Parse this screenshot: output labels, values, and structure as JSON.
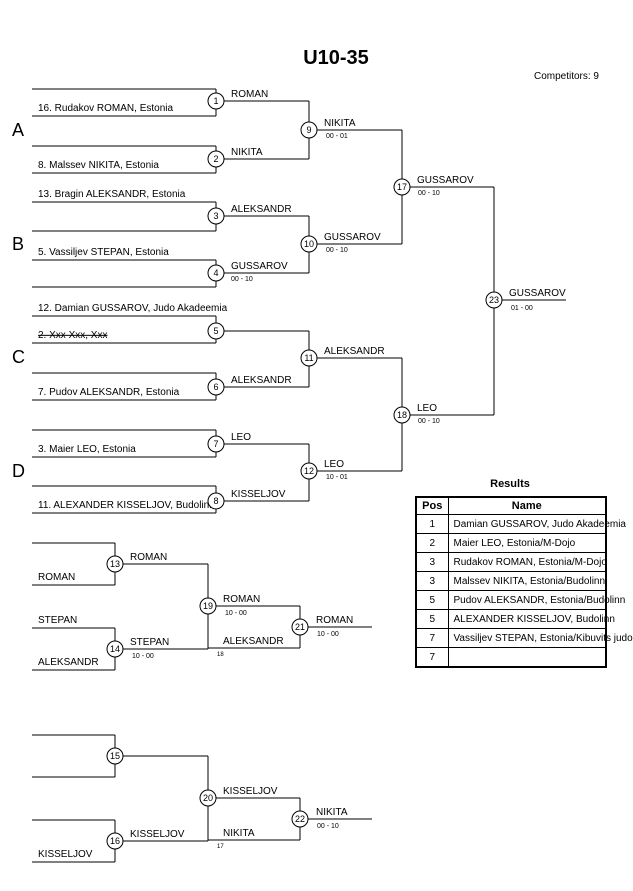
{
  "title": "U10-35",
  "competitors": "Competitors: 9",
  "pools": [
    "A",
    "B",
    "C",
    "D"
  ],
  "entries": [
    {
      "text": "16. Rudakov ROMAN, Estonia",
      "struck": false
    },
    {
      "text": "8. Malssev NIKITA, Estonia",
      "struck": false
    },
    {
      "text": "13. Bragin ALEKSANDR, Estonia",
      "struck": false
    },
    {
      "text": "5. Vassiljev STEPAN, Estonia",
      "struck": false
    },
    {
      "text": "12. Damian GUSSAROV, Judo Akadeemia",
      "struck": false
    },
    {
      "text": "2. Xxx Xxx, Xxx",
      "struck": true
    },
    {
      "text": "7. Pudov ALEKSANDR, Estonia",
      "struck": false
    },
    {
      "text": "3. Maier LEO, Estonia",
      "struck": false
    },
    {
      "text": "11. ALEXANDER KISSELJOV, Budolinn",
      "struck": false
    }
  ],
  "matches": [
    {
      "no": "1",
      "winner": "ROMAN",
      "score": ""
    },
    {
      "no": "2",
      "winner": "NIKITA",
      "score": ""
    },
    {
      "no": "3",
      "winner": "ALEKSANDR",
      "score": ""
    },
    {
      "no": "4",
      "winner": "GUSSAROV",
      "score": "00 - 10"
    },
    {
      "no": "5",
      "winner": "",
      "score": ""
    },
    {
      "no": "6",
      "winner": "ALEKSANDR",
      "score": ""
    },
    {
      "no": "7",
      "winner": "LEO",
      "score": ""
    },
    {
      "no": "8",
      "winner": "KISSELJOV",
      "score": ""
    },
    {
      "no": "9",
      "winner": "NIKITA",
      "score": "00 - 01"
    },
    {
      "no": "10",
      "winner": "GUSSAROV",
      "score": "00 - 10"
    },
    {
      "no": "11",
      "winner": "ALEKSANDR",
      "score": ""
    },
    {
      "no": "12",
      "winner": "LEO",
      "score": "10 - 01"
    },
    {
      "no": "17",
      "winner": "GUSSAROV",
      "score": "00 - 10"
    },
    {
      "no": "18",
      "winner": "LEO",
      "score": "00 - 10"
    },
    {
      "no": "23",
      "winner": "GUSSAROV",
      "score": "01 - 00"
    }
  ],
  "repechage": [
    {
      "entries": [
        "",
        "ROMAN",
        "STEPAN",
        "ALEKSANDR"
      ],
      "m1": {
        "no": "13",
        "winner": "ROMAN",
        "score": ""
      },
      "m2": {
        "no": "14",
        "winner": "STEPAN",
        "score": "10 - 00"
      },
      "m3": {
        "no": "19",
        "winner": "ROMAN",
        "score": "10 - 00"
      },
      "opponent": "ALEKSANDR",
      "opponent_ref": "18",
      "m4": {
        "no": "21",
        "winner": "ROMAN",
        "score": "10 - 00"
      }
    },
    {
      "entries": [
        "",
        "",
        "",
        "KISSELJOV"
      ],
      "m1": {
        "no": "15",
        "winner": "",
        "score": ""
      },
      "m2": {
        "no": "16",
        "winner": "KISSELJOV",
        "score": ""
      },
      "m3": {
        "no": "20",
        "winner": "KISSELJOV",
        "score": ""
      },
      "opponent": "NIKITA",
      "opponent_ref": "17",
      "m4": {
        "no": "22",
        "winner": "NIKITA",
        "score": "00 - 10"
      }
    }
  ],
  "results": {
    "title": "Results",
    "headers": [
      "Pos",
      "Name"
    ],
    "rows": [
      {
        "pos": "1",
        "name": "Damian GUSSAROV, Judo Akadeemia"
      },
      {
        "pos": "2",
        "name": "Maier LEO, Estonia/M-Dojo"
      },
      {
        "pos": "3",
        "name": "Rudakov ROMAN, Estonia/M-Dojo"
      },
      {
        "pos": "3",
        "name": "Malssev NIKITA, Estonia/Budolinn"
      },
      {
        "pos": "5",
        "name": "Pudov ALEKSANDR, Estonia/Budolinn"
      },
      {
        "pos": "5",
        "name": "ALEXANDER KISSELJOV, Budolinn"
      },
      {
        "pos": "7",
        "name": "Vassiljev STEPAN, Estonia/Kibuvits judo"
      },
      {
        "pos": "7",
        "name": ""
      }
    ]
  }
}
